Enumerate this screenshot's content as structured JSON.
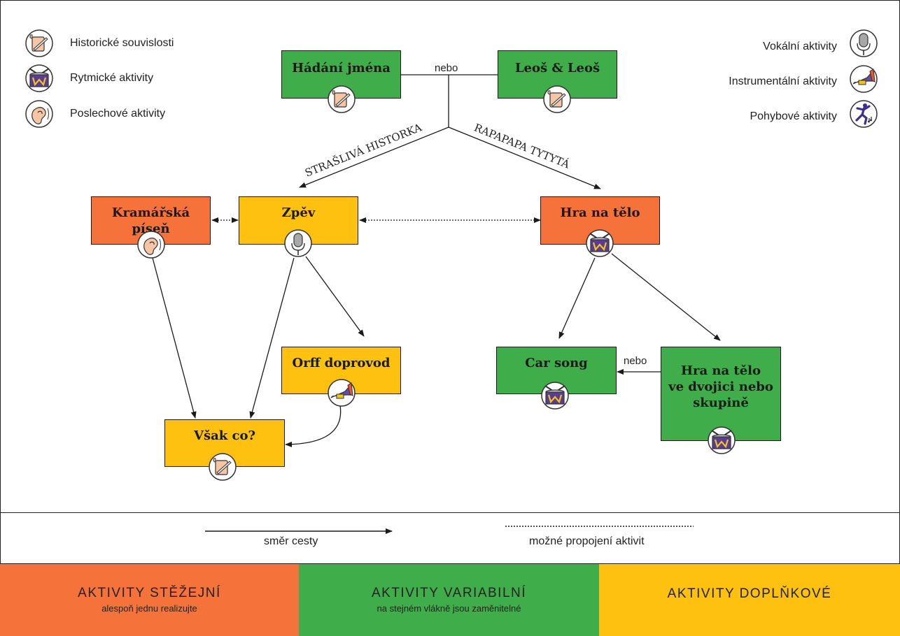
{
  "legend_left": [
    {
      "icon": "scroll-quill-icon",
      "label": "Historické souvislosti"
    },
    {
      "icon": "drum-icon",
      "label": "Rytmické aktivity"
    },
    {
      "icon": "ear-icon",
      "label": "Poslechové aktivity"
    }
  ],
  "legend_right": [
    {
      "icon": "microphone-icon",
      "label": "Vokální aktivity"
    },
    {
      "icon": "trumpet-icon",
      "label": "Instrumentální aktivity"
    },
    {
      "icon": "dancer-icon",
      "label": "Pohybové aktivity"
    }
  ],
  "nodes": {
    "hadani": {
      "label": "Hádání jména",
      "color": "#3fad49",
      "icon": "scroll-quill-icon"
    },
    "leos": {
      "label": "Leoš & Leoš",
      "color": "#3fad49",
      "icon": "scroll-quill-icon"
    },
    "kramarska": {
      "label": "Kramářská píseň",
      "color": "#f5733a",
      "icon": "ear-icon"
    },
    "zpev": {
      "label": "Zpěv",
      "color": "#fec10f",
      "icon": "microphone-icon"
    },
    "hra": {
      "label": "Hra na tělo",
      "color": "#f5733a",
      "icon": "drum-icon"
    },
    "orff": {
      "label": "Orff doprovod",
      "color": "#fec10f",
      "icon": "trumpet-icon"
    },
    "vsak": {
      "label": "Však co?",
      "color": "#fec10f",
      "icon": "scroll-quill-icon"
    },
    "car": {
      "label": "Car song",
      "color": "#3fad49",
      "icon": "drum-icon"
    },
    "hra2": {
      "lines": [
        "Hra na tělo",
        "ve dvojici nebo",
        "skupině"
      ],
      "color": "#3fad49",
      "icon": "drum-icon"
    }
  },
  "connector_labels": {
    "nebo_top": "nebo",
    "nebo_right": "nebo",
    "strasliva": "STRAŠLIVÁ HISTORKA",
    "rapapapa": "RAPAPAPA TYTYTÁ"
  },
  "line_legend": {
    "solid": "směr cesty",
    "dotted": "možné propojení aktivit"
  },
  "bands": [
    {
      "title": "AKTIVITY STĚŽEJNÍ",
      "subtitle": "alespoň jednu realizujte",
      "color": "#f5733a"
    },
    {
      "title": "AKTIVITY VARIABILNÍ",
      "subtitle": "na stejném vlákně jsou zaměnitelné",
      "color": "#3fad49"
    },
    {
      "title": "AKTIVITY DOPLŇKOVÉ",
      "subtitle": "",
      "color": "#fec10f"
    }
  ]
}
